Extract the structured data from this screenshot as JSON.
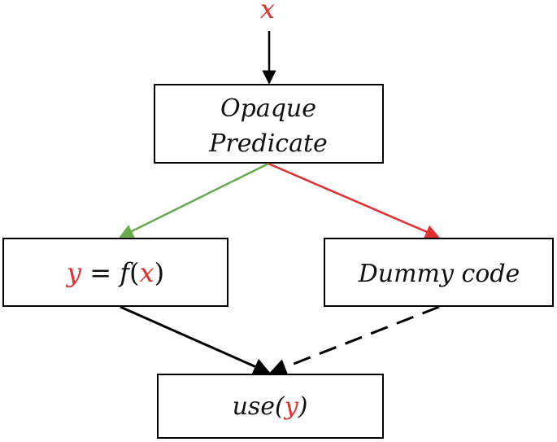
{
  "input": {
    "variable": "x"
  },
  "nodes": {
    "predicate": {
      "line1": "Opaque",
      "line2": "Predicate"
    },
    "true_branch": {
      "output_var": "y",
      "equals": " = ",
      "func": "f",
      "open_paren": "(",
      "arg": "x",
      "close_paren": ")"
    },
    "false_branch": {
      "label": "Dummy code"
    },
    "use": {
      "prefix": "use",
      "open_paren": "(",
      "arg": "y",
      "close_paren": ")"
    }
  },
  "colors": {
    "variable": "#e03030",
    "true_edge": "#6aaa4c",
    "false_edge": "#e03030",
    "edge": "#000000",
    "text": "#111111"
  }
}
